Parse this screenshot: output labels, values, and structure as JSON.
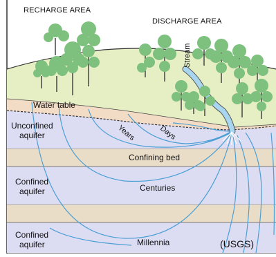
{
  "labels": {
    "recharge_area": "RECHARGE AREA",
    "discharge_area": "DISCHARGE AREA",
    "stream": "Stream",
    "water_table": "Water table",
    "unconfined_aquifer_line1": "Unconfined",
    "unconfined_aquifer_line2": "aquifer",
    "years": "Years",
    "days": "Days",
    "confining_bed": "Confining bed",
    "confined_aquifer_1_line1": "Confined",
    "confined_aquifer_1_line2": "aquifer",
    "centuries": "Centuries",
    "confined_aquifer_2_line1": "Confined",
    "confined_aquifer_2_line2": "aquifer",
    "millennia": "Millennia",
    "source": "(USGS)"
  },
  "colors": {
    "land": "#e6efc4",
    "water_table_band": "#f3dcc5",
    "aquifer": "#dcdcf3",
    "confining_bed": "#eaddc8",
    "flow_lines": "#4a9fd4",
    "stream": "#a9d6ef",
    "tree_foliage": "#7ec07e",
    "tree_trunk": "#444444"
  }
}
